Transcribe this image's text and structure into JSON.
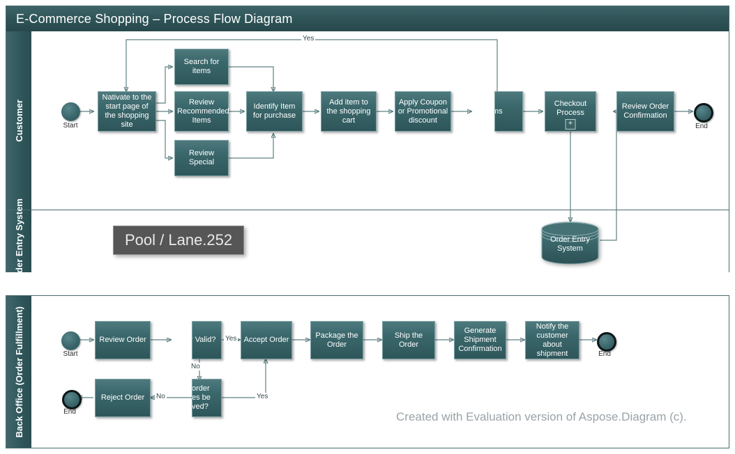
{
  "diagram": {
    "title": "E-Commerce Shopping – Process Flow Diagram",
    "watermark": "Created with Evaluation version of Aspose.Diagram (c)."
  },
  "callout": {
    "text": "Pool / Lane.252"
  },
  "pools": [
    {
      "name": "main-pool",
      "title": "E-Commerce Shopping – Process Flow Diagram",
      "lanes": [
        {
          "label": "Customer"
        },
        {
          "label": "Order Entry\nSystem"
        }
      ]
    },
    {
      "name": "back-office-pool",
      "lanes": [
        {
          "label": "Back Office (Order Fulfillment)"
        }
      ]
    }
  ],
  "lane_labels": {
    "customer": "Customer",
    "order_entry_system": "Order Entry System",
    "back_office": "Back Office (Order Fulfillment)"
  },
  "customer_lane": {
    "start_label": "Start",
    "end_label": "End",
    "tasks": [
      {
        "id": "navigate",
        "label": "Nativate to the start page of the shopping site"
      },
      {
        "id": "search",
        "label": "Search for items"
      },
      {
        "id": "recommend",
        "label": "Review Recommended Items"
      },
      {
        "id": "special",
        "label": "Review Special"
      },
      {
        "id": "identify",
        "label": "Identify Item for purchase"
      },
      {
        "id": "addcart",
        "label": "Add item to the shopping cart"
      },
      {
        "id": "coupon",
        "label": "Apply Coupon or Promotional discount"
      },
      {
        "id": "items",
        "label": "items"
      },
      {
        "id": "checkout",
        "label": "Checkout Process",
        "marker": "+"
      },
      {
        "id": "revieworder",
        "label": "Review Order Confirmation"
      }
    ],
    "edge_labels": [
      "Yes"
    ]
  },
  "order_entry_lane": {
    "datastore": {
      "label": "Order Entry System"
    }
  },
  "back_office_lane": {
    "start_label": "Start",
    "end_label": "End",
    "tasks": [
      {
        "id": "bo-review",
        "label": "Review Order"
      },
      {
        "id": "bo-valid",
        "label": "r Valid?"
      },
      {
        "id": "bo-accept",
        "label": "Accept Order"
      },
      {
        "id": "bo-package",
        "label": "Package the Order"
      },
      {
        "id": "bo-ship",
        "label": "Ship the Order"
      },
      {
        "id": "bo-generate",
        "label": "Generate Shipment Confirmation"
      },
      {
        "id": "bo-notify",
        "label": "Notify the customer about shipment"
      },
      {
        "id": "bo-reject",
        "label": "Reject Order"
      },
      {
        "id": "bo-resolve",
        "label": "order es be ved?"
      }
    ],
    "edge_labels": {
      "valid_yes": "Yes",
      "valid_no": "No",
      "resolve_yes": "Yes",
      "resolve_no": "No"
    }
  },
  "colors": {
    "pool_header": "#2e5357",
    "lane_band": "#2f565a",
    "task_fill": "#3b686c",
    "task_border": "#7fa4a6",
    "connector": "#5f7f82",
    "callout_bg": "#565656",
    "watermark": "#9aa3a8",
    "canvas": "#ffffff"
  }
}
